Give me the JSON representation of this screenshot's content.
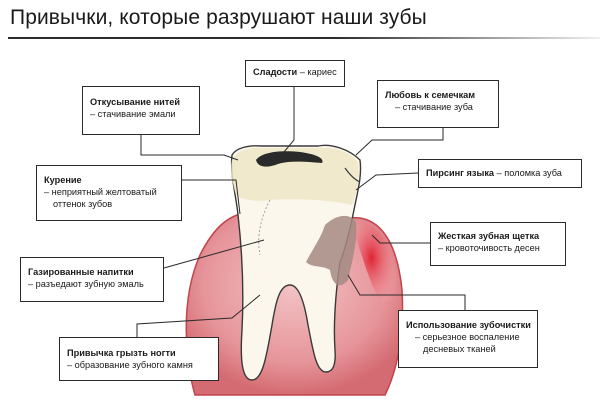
{
  "title": "Привычки, которые разрушают наши зубы",
  "labels": {
    "sweets": {
      "heading": "Сладости",
      "desc": "– кариес"
    },
    "threads": {
      "heading": "Откусывание нитей",
      "desc": "– стачивание эмали"
    },
    "seeds": {
      "heading": "Любовь к семечкам",
      "desc": "– стачивание зуба"
    },
    "smoking": {
      "heading": "Курение",
      "desc1": "– неприятный желтоватый",
      "desc2": "оттенок зубов"
    },
    "piercing": {
      "heading": "Пирсинг языка",
      "desc": "– поломка зуба"
    },
    "brush": {
      "heading": "Жесткая зубная щетка",
      "desc": "– кровоточивость десен"
    },
    "soda": {
      "heading": "Газированные напитки",
      "desc": "– разъедают зубную эмаль"
    },
    "toothpick": {
      "heading": "Использование зубочистки",
      "desc1": "– серьезное воспаление",
      "desc2": "десневых тканей"
    },
    "nails": {
      "heading": "Привычка грызть ногти",
      "desc": "– образование зубного камня"
    }
  },
  "colors": {
    "gum": "#d9828a",
    "gum_edge": "#c9474f",
    "inflamed": "#d5202f",
    "tooth": "#fbf7ec",
    "stain": "#a58a82",
    "enamel": "#eee6c9"
  }
}
